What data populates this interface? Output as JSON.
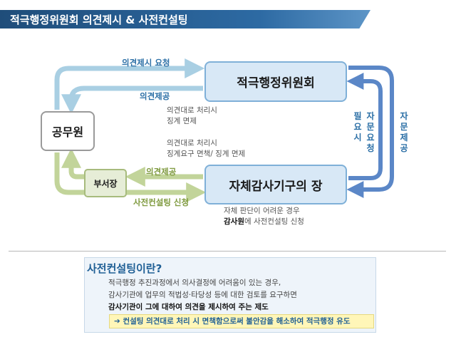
{
  "header": {
    "title": "적극행정위원회 의견제시 & 사전컨설팅"
  },
  "nodes": {
    "committee": "적극행정위원회",
    "audit": "자체감사기구의 장",
    "official": "공무원",
    "dept_head": "부서장"
  },
  "edges": {
    "opinion_request": "의견제시 요청",
    "opinion_provide_top": "의견제공",
    "opinion_provide_bottom": "의견제공",
    "consulting_request": "사전컨설팅 신청",
    "if_needed": "필요시",
    "advice_request": "자문요청",
    "advice_provide": "자문제공"
  },
  "notes": {
    "note1_line1": "의견대로 처리시",
    "note1_line2": "징계 면제",
    "note2_line1": "의견대로 처리시",
    "note2_line2": "징계요구 면책/ 징계 면제",
    "note3_line1": "자체 판단이 어려운 경우",
    "note3_bold": "감사원",
    "note3_rest": "에 사전컨설팅 신청"
  },
  "info": {
    "title": "사전컨설팅이란?",
    "line1": "적극행정 추진과정에서 의사결정에 어려움이 있는 경우,",
    "line2": "감사기관에 업무의 적법성·타당성 등에 대한 검토를 요구하면",
    "line3": "감사기관이 그에 대하여 의견을 제시하여 주는 제도",
    "highlight": "➔ 컨설팅 의견대로 처리 시 면책함으로써 불안감을 해소하여 적극행정 유도"
  },
  "colors": {
    "blue_arrow": "#a9cfe3",
    "dark_blue_arrow": "#5b87c7",
    "green_arrow": "#c2d49a",
    "accent_blue": "#2b6fa6",
    "accent_green": "#7f9a3f"
  }
}
